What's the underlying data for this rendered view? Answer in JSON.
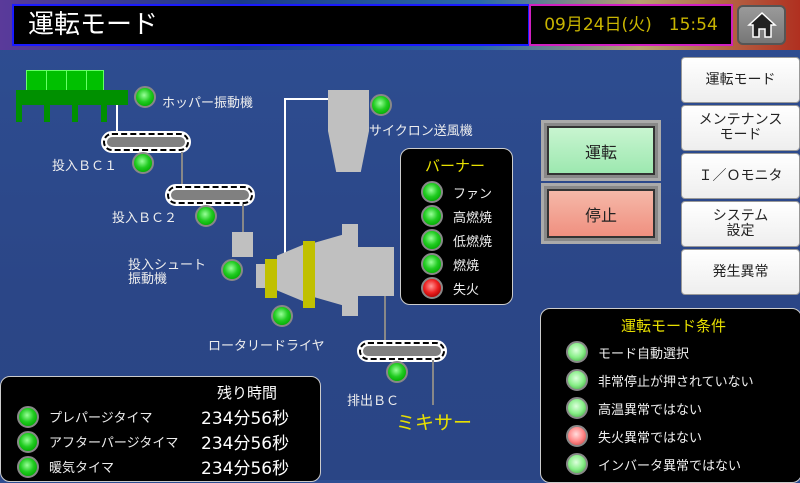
{
  "header": {
    "title": "運転モード",
    "datetime": "09月24日(火)　15:54",
    "home_icon": "home-icon"
  },
  "process": {
    "hopper": "ホッパー振動機",
    "cyclone": "サイクロン送風機",
    "bc1": "投入ＢＣ１",
    "bc2": "投入ＢＣ２",
    "chute_line1": "投入シュート",
    "chute_line2": "振動機",
    "dryer": "ロータリードライヤ",
    "discharge": "排出ＢＣ",
    "mixer": "ミキサー"
  },
  "burner": {
    "title": "バーナー",
    "items": [
      {
        "label": "ファン",
        "state": "on"
      },
      {
        "label": "高燃焼",
        "state": "on"
      },
      {
        "label": "低燃焼",
        "state": "on"
      },
      {
        "label": "燃焼",
        "state": "on"
      },
      {
        "label": "失火",
        "state": "alarm"
      }
    ]
  },
  "controls": {
    "run": "運転",
    "stop": "停止"
  },
  "nav": [
    "運転モード",
    "メンテナンス\nモード",
    "Ｉ／Ｏモニタ",
    "システム\n設定",
    "発生異常"
  ],
  "conditions": {
    "title": "運転モード条件",
    "items": [
      {
        "label": "モード自動選択",
        "state": "ok"
      },
      {
        "label": "非常停止が押されていない",
        "state": "ok"
      },
      {
        "label": "高温異常ではない",
        "state": "ok"
      },
      {
        "label": "失火異常ではない",
        "state": "ng"
      },
      {
        "label": "インバータ異常ではない",
        "state": "ok"
      }
    ]
  },
  "timers": {
    "header": "残り時間",
    "items": [
      {
        "label": "プレパージタイマ",
        "value": "234分56秒"
      },
      {
        "label": "アフターパージタイマ",
        "value": "234分56秒"
      },
      {
        "label": "暖気タイマ",
        "value": "234分56秒"
      }
    ]
  },
  "colors": {
    "accent_yellow": "#e8e000",
    "bg": "#2d4a8a"
  }
}
